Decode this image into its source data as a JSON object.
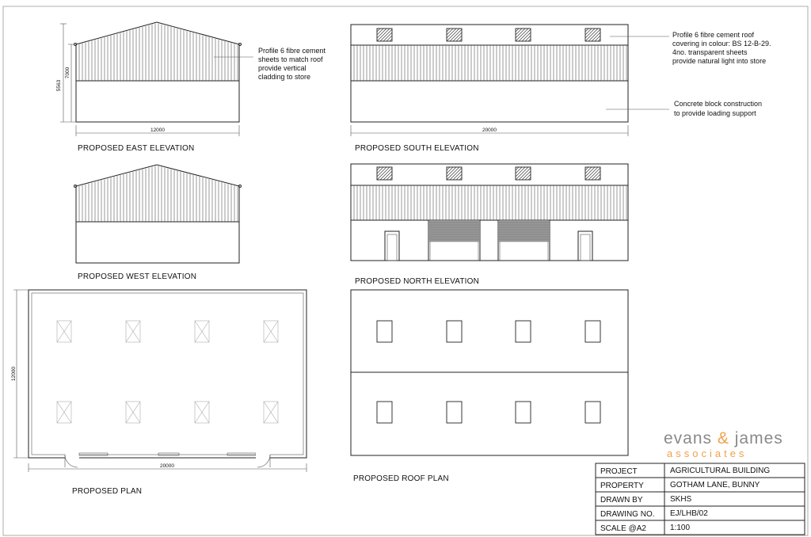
{
  "drawings": {
    "east_caption": "PROPOSED EAST ELEVATION",
    "west_caption": "PROPOSED WEST ELEVATION",
    "south_caption": "PROPOSED SOUTH ELEVATION",
    "north_caption": "PROPOSED NORTH ELEVATION",
    "plan_caption": "PROPOSED PLAN",
    "roofplan_caption": "PROPOSED ROOF PLAN"
  },
  "dimensions": {
    "east_width": "12000",
    "east_height_ridge": "7000",
    "east_height_eaves": "5563",
    "south_width": "20000",
    "plan_width": "20000",
    "plan_depth": "12000"
  },
  "annotations": {
    "east_note": [
      "Profile 6 fibre cement",
      "sheets to match roof",
      "provide vertical",
      "cladding to store"
    ],
    "south_roof_note": [
      "Profile 6 fibre cement roof",
      "covering in colour: BS 12-B-29.",
      "4no. transparent sheets",
      "provide natural light into store"
    ],
    "south_block_note": [
      "Concrete block construction",
      "to provide loading support"
    ]
  },
  "brand": {
    "name_left": "evans",
    "ampersand": "&",
    "name_right": "james",
    "sub": "associates"
  },
  "title_block": [
    {
      "label": "PROJECT",
      "value": "AGRICULTURAL BUILDING"
    },
    {
      "label": "PROPERTY",
      "value": "GOTHAM LANE, BUNNY"
    },
    {
      "label": "DRAWN BY",
      "value": "SKHS"
    },
    {
      "label": "DRAWING NO.",
      "value": "EJ/LHB/02"
    },
    {
      "label": "SCALE @A2",
      "value": "1:100"
    }
  ],
  "colors": {
    "brand_grey": "#8a8a8a",
    "brand_orange": "#f0a04a",
    "line": "#222222"
  }
}
